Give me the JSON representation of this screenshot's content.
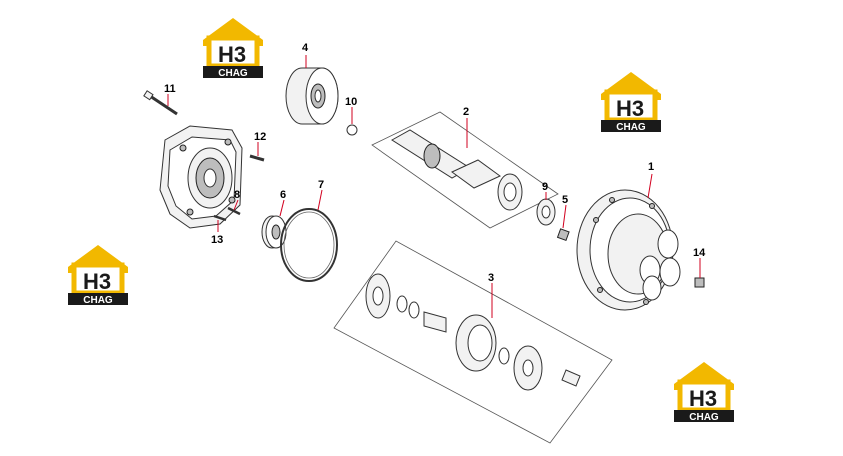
{
  "logo": {
    "mark": "H3",
    "brand": "CHAG",
    "colors": {
      "accent": "#f2b800",
      "dark": "#1a1a1a",
      "text_light": "#ffffff"
    }
  },
  "callouts": [
    {
      "id": "1",
      "label": "1"
    },
    {
      "id": "2",
      "label": "2"
    },
    {
      "id": "3",
      "label": "3"
    },
    {
      "id": "4",
      "label": "4"
    },
    {
      "id": "5",
      "label": "5"
    },
    {
      "id": "6",
      "label": "6"
    },
    {
      "id": "7",
      "label": "7"
    },
    {
      "id": "8",
      "label": "8"
    },
    {
      "id": "9",
      "label": "9"
    },
    {
      "id": "10",
      "label": "10"
    },
    {
      "id": "11",
      "label": "11"
    },
    {
      "id": "12",
      "label": "12"
    },
    {
      "id": "13",
      "label": "13"
    },
    {
      "id": "14",
      "label": "14"
    }
  ],
  "colors": {
    "leader": "#d2001f",
    "outline": "#333333",
    "background": "#ffffff"
  }
}
